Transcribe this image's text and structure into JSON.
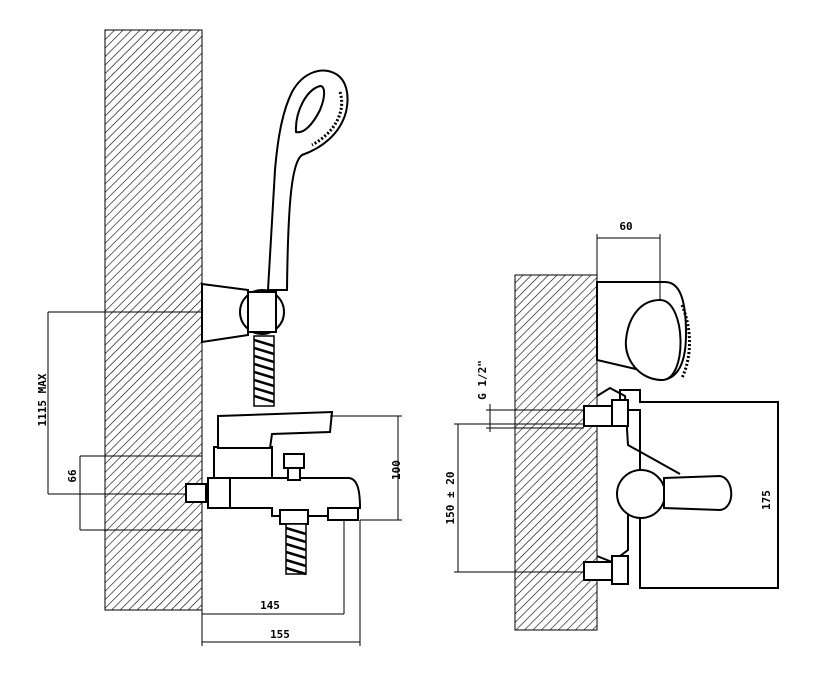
{
  "diagram": {
    "dimensions": {
      "height_max": "1115 MAX",
      "wall_offset": "66",
      "spout_height": "100",
      "spout_reach_inner": "145",
      "spout_reach_outer": "155",
      "holder_depth": "60",
      "thread": "G 1/2\"",
      "inlet_spacing": "150 ± 20",
      "body_height": "175"
    }
  }
}
